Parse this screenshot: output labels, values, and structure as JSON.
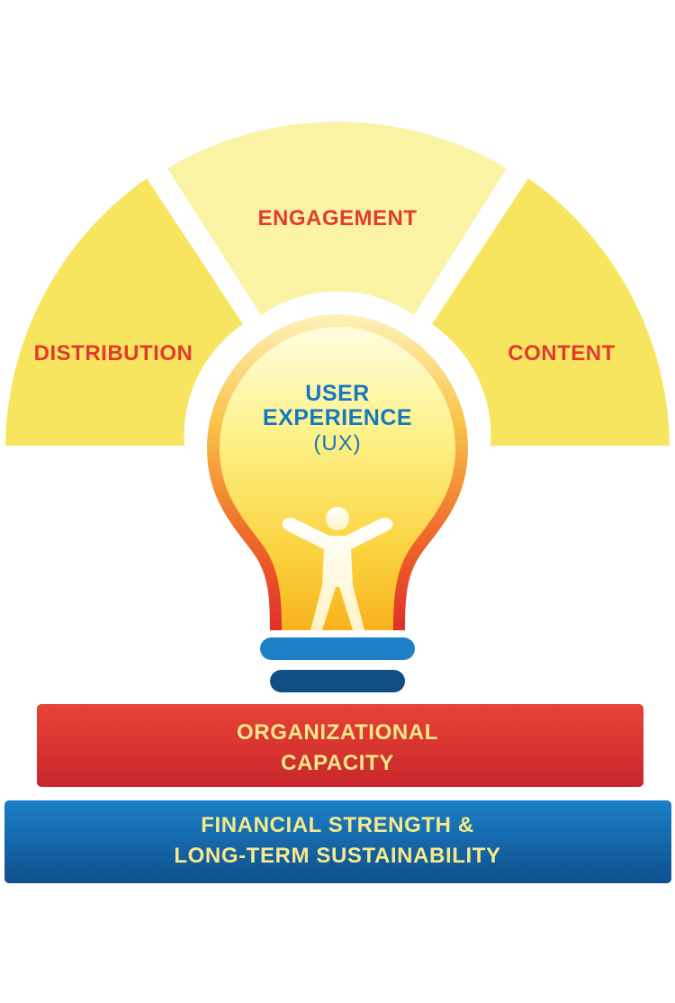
{
  "arc": {
    "left_label": "DISTRIBUTION",
    "middle_label": "ENGAGEMENT",
    "right_label": "CONTENT"
  },
  "bulb": {
    "title_line1": "USER",
    "title_line2": "EXPERIENCE",
    "abbreviation": "(UX)"
  },
  "foundation": {
    "upper_line1": "ORGANIZATIONAL",
    "upper_line2": "CAPACITY",
    "lower_line1": "FINANCIAL STRENGTH &",
    "lower_line2": "LONG-TERM SUSTAINABILITY"
  },
  "colors": {
    "segment_outer": "#f7e55f",
    "segment_middle": "#faf3a3",
    "label_red": "#e23b2e",
    "label_blue": "#1777bd",
    "bar_red": "#e0342c",
    "bar_blue": "#1468ad",
    "bar_text": "#f7e98a",
    "bulb_base_light": "#1e7fc6",
    "bulb_base_dark": "#114e85"
  }
}
